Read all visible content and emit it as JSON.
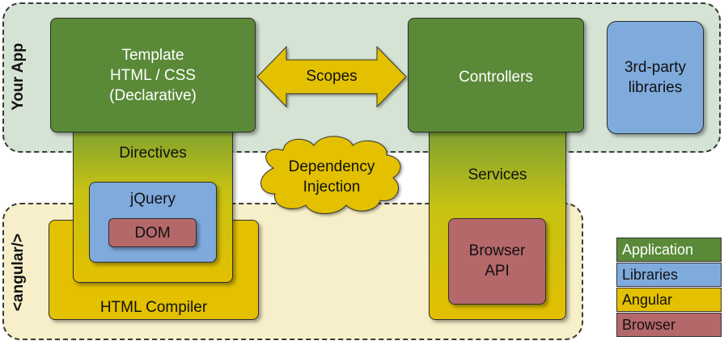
{
  "regions": {
    "app_label": "Your App",
    "angular_label": "<angular/>"
  },
  "boxes": {
    "template": [
      "Template",
      "HTML / CSS",
      "(Declarative)"
    ],
    "controllers": "Controllers",
    "libraries3rd": [
      "3rd-party",
      "libraries"
    ],
    "directives": "Directives",
    "jquery": "jQuery",
    "dom": "DOM",
    "html_compiler": "HTML Compiler",
    "services": "Services",
    "browser_api": [
      "Browser",
      "API"
    ]
  },
  "connectors": {
    "scopes": "Scopes",
    "dependency_injection": [
      "Dependency",
      "Injection"
    ]
  },
  "legend": [
    {
      "label": "Application",
      "color": "#5a8a38"
    },
    {
      "label": "Libraries",
      "color": "#7fabdc"
    },
    {
      "label": "Angular",
      "color": "#e3c000"
    },
    {
      "label": "Browser",
      "color": "#b5686a"
    }
  ]
}
